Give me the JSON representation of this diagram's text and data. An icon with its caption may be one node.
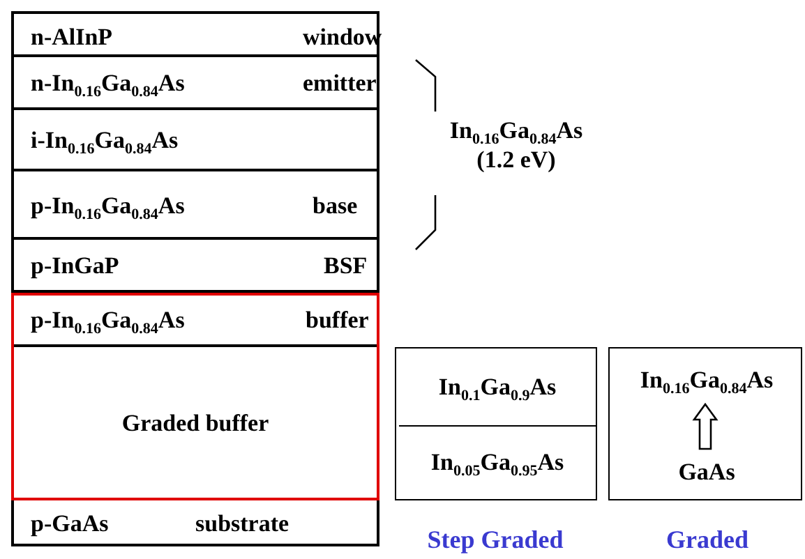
{
  "diagram": {
    "nodes": [
      {
        "text": [
          "n-AlInP",
          "window"
        ]
      },
      {
        "text": [
          "n-In$_{0.16}$Ga$_{0.84}$As",
          "emitter"
        ]
      },
      {
        "text": [
          "i-In$_{0.16}$Ga$_{0.84}$As"
        ]
      },
      {
        "text": [
          "p-In$_{0.16}$Ga$_{0.84}$As",
          "base"
        ]
      },
      {
        "text": [
          "p-InGaP",
          "BSF"
        ]
      },
      {
        "text": [],
        "shape": "box"
      },
      {
        "text": [
          "p-In$_{0.16}$Ga$_{0.84}$As",
          "buffer"
        ],
        "in": 5
      },
      {
        "text": [
          "Graded buffer"
        ],
        "in": 5
      },
      {
        "text": [
          "p-GaAs",
          "substrate"
        ]
      },
      {
        "text": [],
        "shape": "box",
        "beside": [
          "Step Graded"
        ]
      },
      {
        "text": [
          "In$_{0.1}$Ga$_{0.9}$As"
        ],
        "in": 9
      },
      {
        "text": [
          "In$_{0.05}$Ga$_{0.95}$As"
        ],
        "in": 9
      },
      {
        "text": [],
        "shape": "box",
        "beside": [
          "Graded"
        ]
      },
      {
        "text": [
          "In$_{0.16}$Ga$_{0.84}$As"
        ],
        "in": 12
      },
      {
        "text": [
          "GaAs"
        ],
        "in": 12
      }
    ],
    "edges": [
      {
        "from": 14,
        "to": 13,
        "arrow": "to"
      }
    ],
    "labels": [
      "In$_{0.16}$Ga$_{0.84}$As (1.2 eV)"
    ]
  }
}
